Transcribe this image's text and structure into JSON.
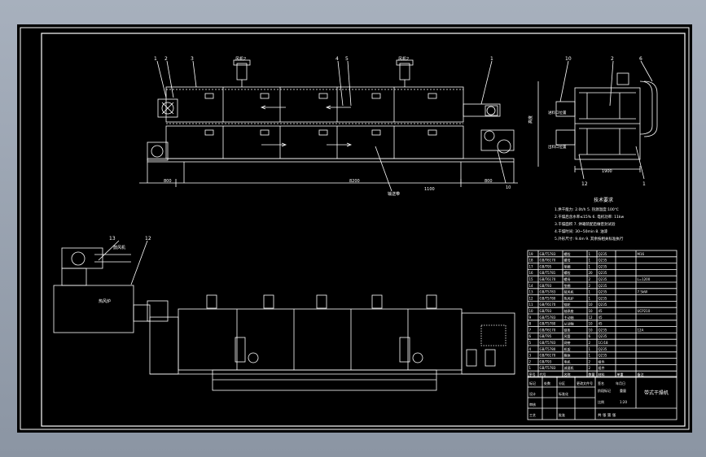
{
  "colors": {
    "background": "#000000",
    "line": "#ffffff",
    "frame": "#9aa3b0"
  },
  "main_view": {
    "callouts": [
      "1",
      "2",
      "3",
      "4",
      "5",
      "1"
    ],
    "labels": {
      "fan_top_left": "风机2",
      "fan_top_right": "风机2",
      "dim_left": "800",
      "dim_mid": "8200",
      "dim_right": "1100",
      "dim_end": "800",
      "label_bottom_center": "输送带",
      "label_bottom_right": "10"
    }
  },
  "side_view": {
    "callouts": [
      "10",
      "2",
      "6",
      "12",
      "1"
    ],
    "labels": {
      "upper_box": "进料口位置",
      "lower_box": "出料口位置",
      "dim_width": "1900",
      "dim_height": "高度"
    }
  },
  "tech_requirements": {
    "title": "技术要求",
    "lines": [
      "1.烘干能力: 2.0t/h   5. 热源温度:100℃",
      "2.干燥后含水率≤15%   6. 电机功率: 11kw",
      "3.干燥面积           7. 烘箱装配后做密封试验",
      "4.干燥时间: 30~50min  8. 油漆",
      "5.外形尺寸: 9.4m      9. 其余按相关标准执行"
    ]
  },
  "lower_view": {
    "callouts": [
      "13",
      "12"
    ],
    "labels": {
      "heater": "热风炉",
      "fan_label": "鼓风机"
    }
  },
  "bom": {
    "rows": [
      [
        "19",
        "GB/T5783",
        "螺栓",
        "1",
        "Q235",
        "",
        "M16"
      ],
      [
        "18",
        "GB/T6170",
        "螺母",
        "1",
        "Q235",
        "",
        ""
      ],
      [
        "17",
        "GB/T95",
        "垫圈",
        "1",
        "Q235",
        "",
        ""
      ],
      [
        "16",
        "GB/T5781",
        "螺栓",
        "20",
        "Q235",
        "",
        ""
      ],
      [
        "15",
        "GB/T6170",
        "螺母",
        "2",
        "Q235",
        "",
        "L=1200"
      ],
      [
        "14",
        "GB/T93",
        "垫圈",
        "2",
        "Q235",
        "",
        ""
      ],
      [
        "13",
        "GB/T5783",
        "鼓风机",
        "1",
        "Q235",
        "",
        "7.5kW"
      ],
      [
        "12",
        "GB/T5780",
        "热风炉",
        "1",
        "Q235",
        "",
        ""
      ],
      [
        "11",
        "GB/T6170",
        "链轮",
        "10",
        "Q235",
        "",
        ""
      ],
      [
        "10",
        "GB/T93",
        "轴承座",
        "10",
        "45",
        "",
        "UCP210"
      ],
      [
        "9",
        "GB/T5783",
        "主动轴",
        "12",
        "45",
        "",
        ""
      ],
      [
        "8",
        "GB/T5780",
        "从动轴",
        "10",
        "45",
        "",
        ""
      ],
      [
        "7",
        "GB/T6170",
        "链条",
        "10",
        "Q235",
        "",
        "12A"
      ],
      [
        "6",
        "GB/T95",
        "风管",
        "6",
        "Q235",
        "",
        ""
      ],
      [
        "5",
        "GB/T5783",
        "网带",
        "2",
        "1Cr18",
        "",
        ""
      ],
      [
        "4",
        "GB/T5780",
        "机架",
        "1",
        "Q235",
        "",
        ""
      ],
      [
        "3",
        "GB/T6170",
        "箱体",
        "1",
        "Q235",
        "",
        ""
      ],
      [
        "2",
        "GB/T93",
        "电机",
        "2",
        "组件",
        "",
        ""
      ],
      [
        "1",
        "GB/T5783",
        "减速机",
        "2",
        "组件",
        "",
        ""
      ]
    ],
    "header": [
      "序号",
      "代号",
      "名称",
      "数量",
      "材料",
      "单重",
      "备注"
    ]
  },
  "title_block": {
    "drawing_title": "带式干燥机",
    "rows": [
      [
        "标记",
        "处数",
        "分区",
        "更改文件号",
        "签名",
        "年月日"
      ],
      [
        "设计",
        "",
        "标准化",
        "",
        "",
        ""
      ],
      [
        "审核",
        "",
        "",
        "",
        "",
        ""
      ],
      [
        "工艺",
        "",
        "批准",
        "",
        "",
        ""
      ]
    ],
    "stage": "阶段标记",
    "weight": "重量",
    "scale": "比例",
    "scale_value": "1:20",
    "sheet": "共 张 第 张"
  }
}
